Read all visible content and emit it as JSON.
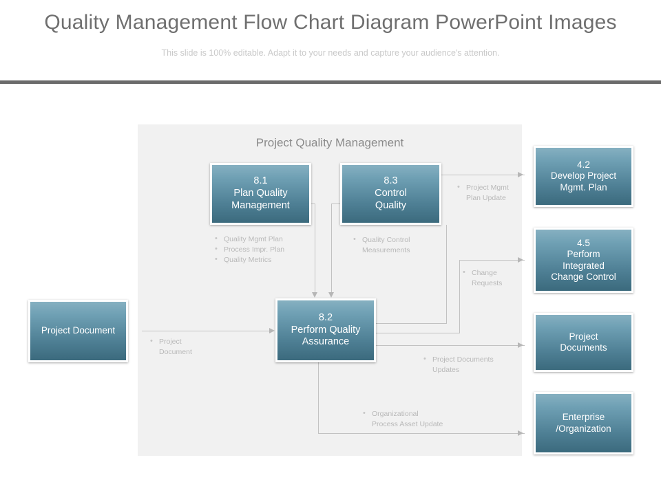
{
  "slide": {
    "title": "Quality Management Flow Chart Diagram PowerPoint Images",
    "subtitle": "This slide is 100% editable. Adapt it to your needs and capture your audience's attention."
  },
  "diagram": {
    "panel_title": "Project Quality Management",
    "panel_color": "#f1f1f1",
    "box_gradient_top": "#86b0c1",
    "box_gradient_bottom": "#3b6a7d",
    "connector_color": "#c2c2c2",
    "label_color": "#b9b9b9",
    "boxes": {
      "project_document": "Project Document",
      "plan_quality": "8.1\nPlan Quality\nManagement",
      "control_quality": "8.3\nControl\nQuality",
      "perform_quality": "8.2\nPerform Quality\nAssurance",
      "develop_plan": "4.2\nDevelop Project\nMgmt. Plan",
      "integrated_change": "4.5\nPerform\nIntegrated\nChange Control",
      "project_documents": "Project\nDocuments",
      "enterprise": "Enterprise\n/Organization"
    },
    "labels": {
      "plan_quality_outputs": [
        "Quality Mgmt Plan",
        "Process Impr. Plan",
        "Quality Metrics"
      ],
      "control_quality_outputs": [
        "Quality Control\nMeasurements"
      ],
      "pm_plan_update": [
        "Project Mgmt\nPlan Update"
      ],
      "change_requests": [
        "Change\nRequests"
      ],
      "project_document_input": [
        "Project\nDocument"
      ],
      "project_documents_updates": [
        "Project Documents\nUpdates"
      ],
      "organizational_process_asset_update": [
        "Organizational\nProcess Asset Update"
      ]
    }
  }
}
